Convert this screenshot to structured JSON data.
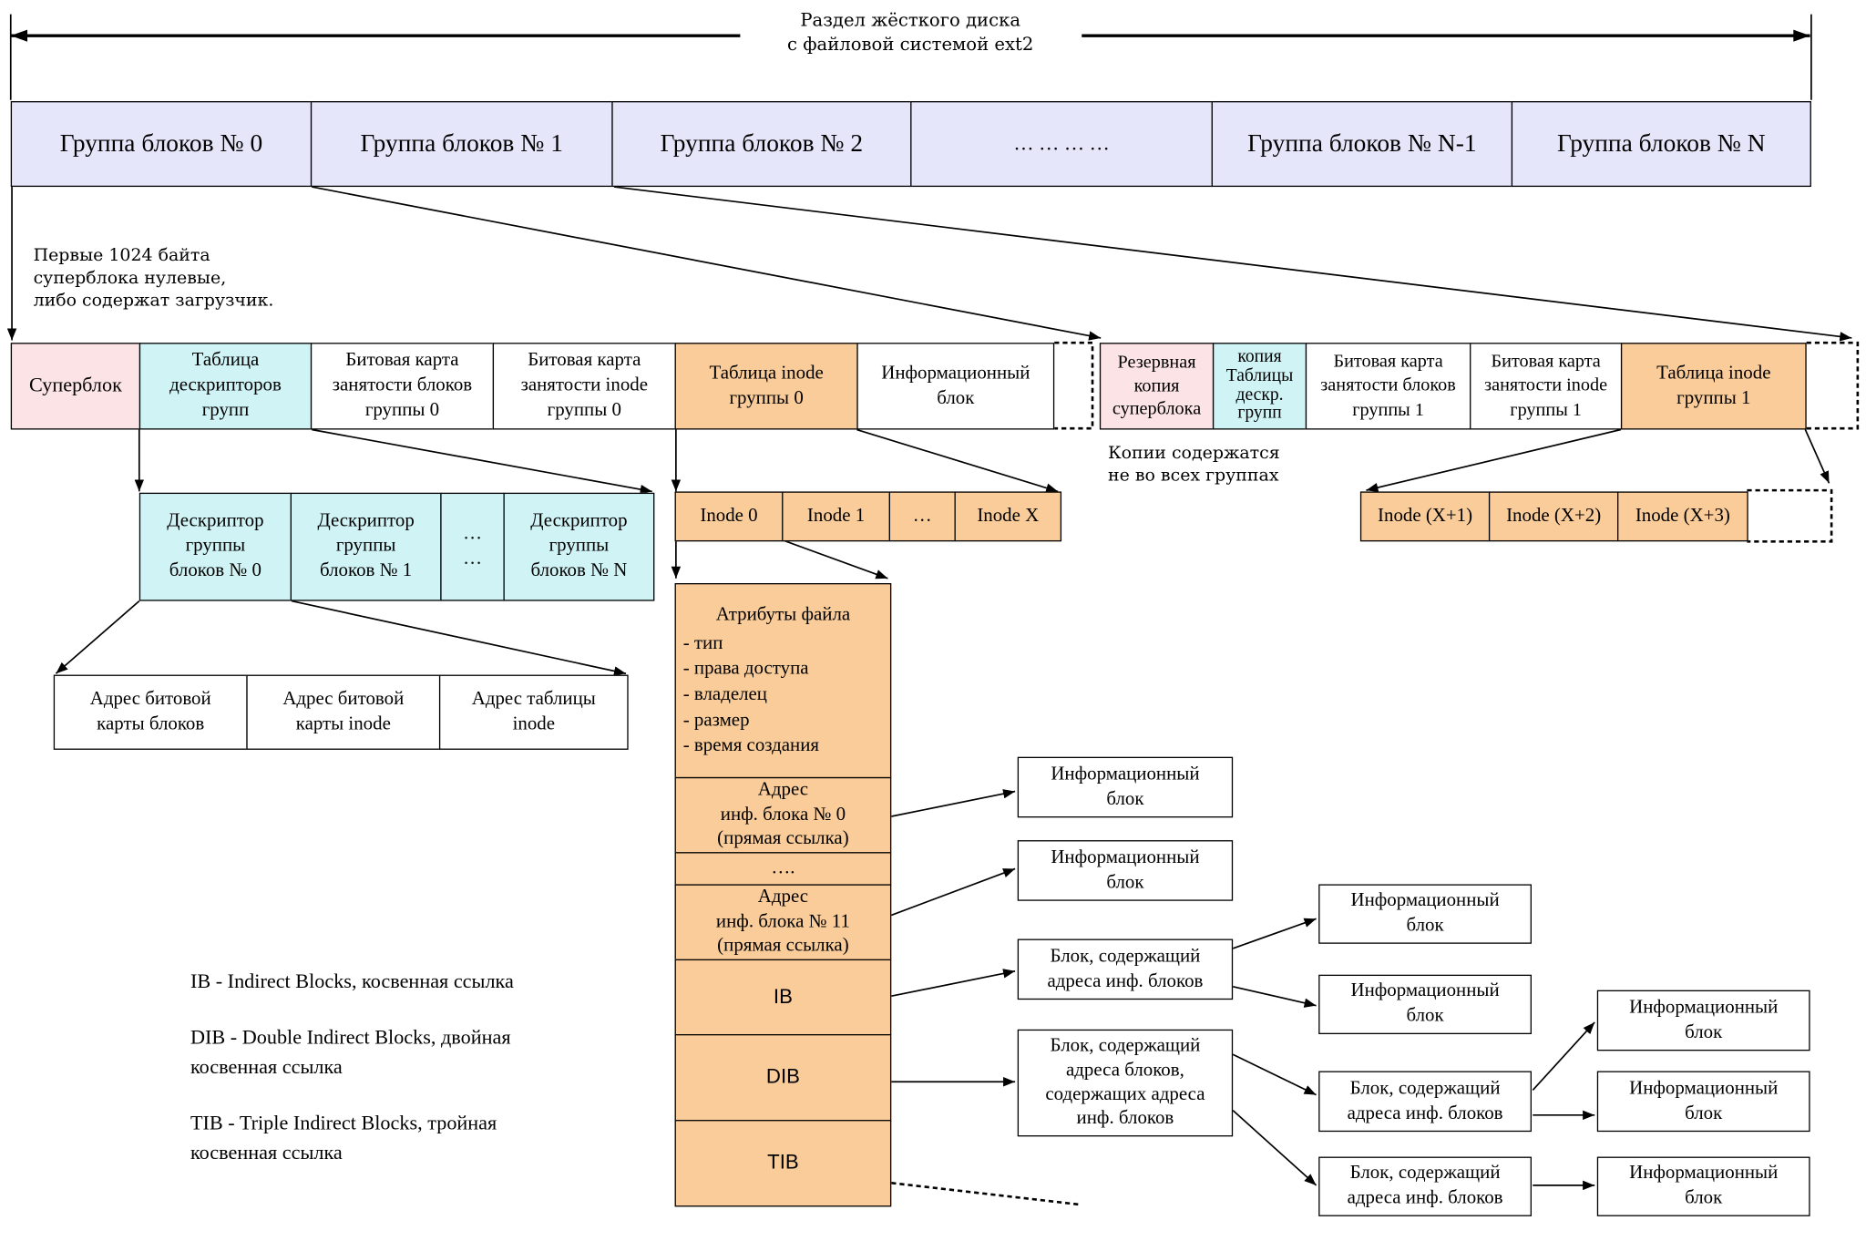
{
  "title_line1": "Раздел жёсткого диска",
  "title_line2": "с файловой системой ext2",
  "groups": [
    "Группа блоков № 0",
    "Группа блоков № 1",
    "Группа блоков № 2",
    "… … … …",
    "Группа блоков № N-1",
    "Группа блоков № N"
  ],
  "first_bytes_note": "Первые 1024 байта\nсуперблока нулевые,\nлибо содержат загрузчик.",
  "group0": {
    "superblock": "Суперблок",
    "desc_table": "Таблица\nдескрипторов\nгрупп",
    "block_bitmap": "Битовая карта\nзанятости блоков\nгруппы 0",
    "inode_bitmap": "Битовая карта\nзанятости inode\nгруппы 0",
    "inode_table": "Таблица inode\nгруппы 0",
    "data_block": "Информационный\nблок"
  },
  "group1": {
    "superblock_copy": "Резервная\nкопия\nсуперблока",
    "desc_copy": "копия\nТаблицы\nдескр.\nгрупп",
    "block_bitmap": "Битовая карта\nзанятости блоков\nгруппы 1",
    "inode_bitmap": "Битовая карта\nзанятости inode\nгруппы 1",
    "inode_table": "Таблица inode\nгруппы 1"
  },
  "copies_note": "Копии содержатся\nне во всех группах",
  "descriptors": [
    "Дескриптор\nгруппы\nблоков № 0",
    "Дескриптор\nгруппы\nблоков № 1",
    "…\n…",
    "Дескриптор\nгруппы\nблоков № N"
  ],
  "descriptor_fields": [
    "Адрес битовой\nкарты блоков",
    "Адрес битовой\nкарты inode",
    "Адрес таблицы\ninode"
  ],
  "inodes0": [
    "Inode 0",
    "Inode 1",
    "…",
    "Inode X"
  ],
  "inodes1": [
    "Inode (X+1)",
    "Inode (X+2)",
    "Inode (X+3)"
  ],
  "inode_struct": {
    "attributes": "Атрибуты файла",
    "attr_list": "- тип\n- права доступа\n- владелец\n- размер\n- время создания",
    "addr0": "Адрес\nинф. блока № 0\n(прямая ссылка)",
    "dots": "….",
    "addr11": "Адрес\nинф. блока № 11\n(прямая ссылка)",
    "ib": "IB",
    "dib": "DIB",
    "tib": "TIB"
  },
  "right_blocks": {
    "info": "Информационный\nблок",
    "addr_block": "Блок, содержащий\nадреса инф. блоков",
    "dib_block": "Блок, содержащий\nадреса блоков,\nсодержащих адреса\nинф. блоков"
  },
  "legend": {
    "ib": "IB - Indirect Blocks, косвенная ссылка",
    "dib": "DIB - Double Indirect Blocks, двойная\nкосвенная ссылка",
    "tib": "TIB - Triple Indirect Blocks, тройная\nкосвенная ссылка"
  },
  "colors": {
    "lavender": "#e6e6fa",
    "pink": "#fbe3e6",
    "cyan": "#d0f4f6",
    "orange": "#f9cc99"
  }
}
